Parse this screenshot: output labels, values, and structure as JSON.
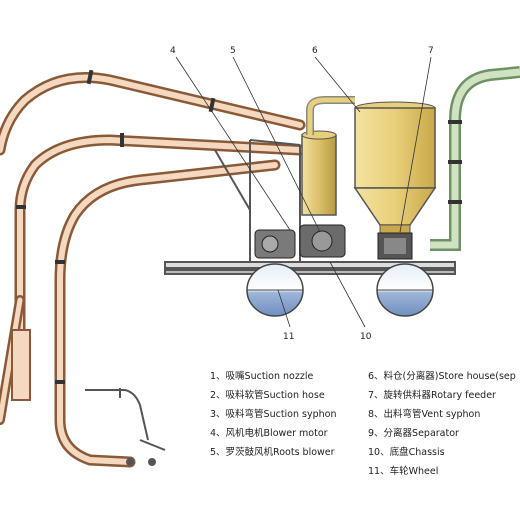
{
  "callouts": [
    "4",
    "5",
    "6",
    "7",
    "10",
    "11"
  ],
  "legend_left": [
    "1、吸嘴Suction nozzle",
    "2、吸料软管Suction hose",
    "3、吸料弯管Suction syphon",
    "4、风机电机Blower motor",
    "5、罗茨鼓风机Roots blower"
  ],
  "legend_right": [
    "6、料仓(分离器)Store house(sep",
    "7、旋转供料器Rotary feeder",
    "8、出料弯管Vent syphon",
    "9、分离器Separator",
    "10、底盘Chassis",
    "11、车轮Wheel"
  ],
  "colors": {
    "hose_outer": "#b07a52",
    "hose_inner": "#f4d9c0",
    "tank": "#e8cf7a",
    "tank_shade": "#c9a94a",
    "pipe_green": "#a9c79a",
    "wheel": "#9db5d8",
    "line": "#333333"
  }
}
